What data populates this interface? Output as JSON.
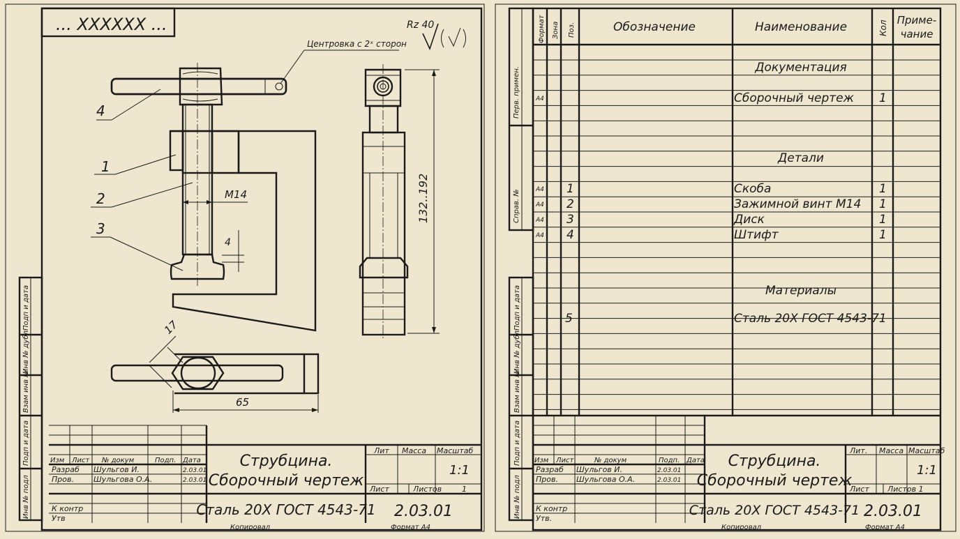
{
  "colors": {
    "paper": "#efe6cf",
    "ink": "#1a1a1a",
    "hatch": "#2a2a2a"
  },
  "left_sheet": {
    "doc_code_box": "... XXXXXX ...",
    "roughness": "Rz 40",
    "centering_note": "Центровка с 2ˣ сторон",
    "callouts": [
      "4",
      "1",
      "2",
      "3"
    ],
    "dims": {
      "thread": "M14",
      "disc_h": "4",
      "height": "132..192",
      "size_17": "17",
      "size_65": "65"
    },
    "side_stamp": [
      "Инв № подл",
      "Подп и дата",
      "Взам инв №",
      "Инв № дубл",
      "Подп и дата"
    ],
    "title_block": {
      "headers": [
        "Изм",
        "Лист",
        "№ докум",
        "Подп.",
        "Дата"
      ],
      "rows": [
        {
          "role": "Разраб",
          "name": "Шульгов И.",
          "date": "2.03.01"
        },
        {
          "role": "Пров.",
          "name": "Шульгова О.А.",
          "date": "2.03.01"
        }
      ],
      "kontr": "К контр",
      "utv": "Утв",
      "name_line1": "Струбцина.",
      "name_line2": "Сборочный чертеж",
      "material": "Сталь 20Х ГОСТ 4543-71",
      "lit_label": "Лит",
      "mass_label": "Масса",
      "scale_label": "Масштаб",
      "scale_value": "1:1",
      "sheet_label": "Лист",
      "sheets_label": "Листов",
      "sheets_value": "1",
      "code": "2.03.01",
      "copied": "Копировал",
      "format": "Формат A4"
    }
  },
  "right_sheet": {
    "col_headers": {
      "format": "Формат",
      "zone": "Зона",
      "pos": "Поз.",
      "designation": "Обозначение",
      "name": "Наименование",
      "qty": "Кол",
      "note": "Приме-\nчание"
    },
    "side_labels_top": [
      "Перв. примен.",
      "Справ. №"
    ],
    "side_stamp": [
      "Инв № подл",
      "Подп и дата",
      "Взам инв №",
      "Инв № дубл",
      "Подп и дата"
    ],
    "rows": [
      {
        "type": "section",
        "name": "Документация"
      },
      {
        "type": "item",
        "format": "A4",
        "pos": "",
        "name": "Сборочный чертеж",
        "qty": "1"
      },
      {
        "type": "section",
        "name": "Детали"
      },
      {
        "type": "item",
        "format": "A4",
        "pos": "1",
        "name": "Скоба",
        "qty": "1"
      },
      {
        "type": "item",
        "format": "A4",
        "pos": "2",
        "name": "Зажимной винт M14",
        "qty": "1"
      },
      {
        "type": "item",
        "format": "A4",
        "pos": "3",
        "name": "Диск",
        "qty": "1"
      },
      {
        "type": "item",
        "format": "A4",
        "pos": "4",
        "name": "Штифт",
        "qty": "1"
      },
      {
        "type": "section",
        "name": "Материалы"
      },
      {
        "type": "item",
        "format": "",
        "pos": "5",
        "name": "Сталь 20Х ГОСТ 4543-71",
        "qty": ""
      }
    ],
    "title_block": {
      "headers": [
        "Изм",
        "Лист",
        "№ докум",
        "Подп.",
        "Дата"
      ],
      "rows": [
        {
          "role": "Разраб",
          "name": "Шульгов И.",
          "date": "2.03.01"
        },
        {
          "role": "Пров.",
          "name": "Шульгова О.А.",
          "date": "2.03.01"
        }
      ],
      "kontr": "К контр",
      "utv": "Утв.",
      "name_line1": "Струбцина.",
      "name_line2": "Сборочный чертеж",
      "material": "Сталь 20Х ГОСТ 4543-71",
      "lit_label": "Лит.",
      "mass_label": "Масса",
      "scale_label": "Масштаб",
      "scale_value": "1:1",
      "sheet_label": "Лист",
      "sheets_label": "Листов 1",
      "code": "2.03.01",
      "copied": "Копировал",
      "format": "Формат A4"
    }
  }
}
